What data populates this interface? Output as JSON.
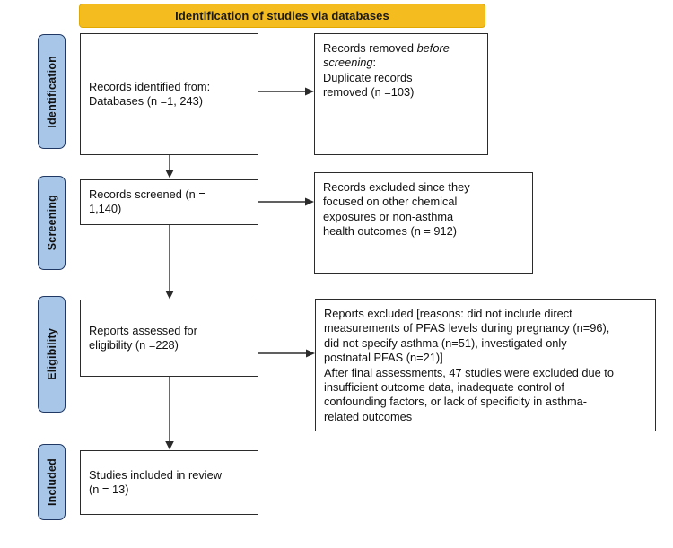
{
  "banner": {
    "title": "Identification of studies via databases",
    "color": "#f5bc20"
  },
  "stages": [
    {
      "id": "identification",
      "label": "Identification"
    },
    {
      "id": "screening",
      "label": "Screening"
    },
    {
      "id": "eligibility",
      "label": "Eligibility"
    },
    {
      "id": "included",
      "label": "Included"
    }
  ],
  "boxes": {
    "records_identified": {
      "line1": "Records identified from:",
      "line2": "    Databases (n =1, 243)"
    },
    "records_removed": {
      "line1_pre": "Records removed ",
      "line1_em": "before",
      "line2_em": "screening",
      "line2_post": ":",
      "line3": "    Duplicate records",
      "line4": "    removed (n =103)"
    },
    "records_screened": {
      "text": "Records screened (n =\n1,140)"
    },
    "records_excluded": {
      "text": "Records excluded since they\nfocused on other chemical\nexposures or non-asthma\nhealth outcomes (n = 912)"
    },
    "reports_assessed": {
      "text": "Reports assessed for\neligibility (n =228)"
    },
    "reports_excluded": {
      "text": "Reports excluded [reasons: did not include direct\nmeasurements of PFAS levels during pregnancy (n=96),\ndid not specify asthma (n=51), investigated only\npostnatal PFAS (n=21)]\nAfter final assessments, 47 studies were excluded due to\ninsufficient outcome data, inadequate control of\nconfounding factors, or lack of specificity in asthma-\nrelated outcomes"
    },
    "studies_included": {
      "text": "Studies included in review\n(n = 13)"
    }
  },
  "counts": {
    "identified_databases": "1, 243",
    "duplicates_removed": "103",
    "screened": "1,140",
    "excluded_screening": "912",
    "assessed_eligibility": "228",
    "excluded_no_direct_measurement": "96",
    "excluded_not_specify_asthma": "51",
    "excluded_postnatal_only": "21",
    "excluded_final_assessment": "47",
    "included": "13"
  },
  "colors": {
    "banner": "#f5bc20",
    "tab_fill": "#a8c6e8",
    "tab_border": "#1f3864",
    "box_border": "#2b2b2b",
    "connector": "#2b2b2b"
  }
}
